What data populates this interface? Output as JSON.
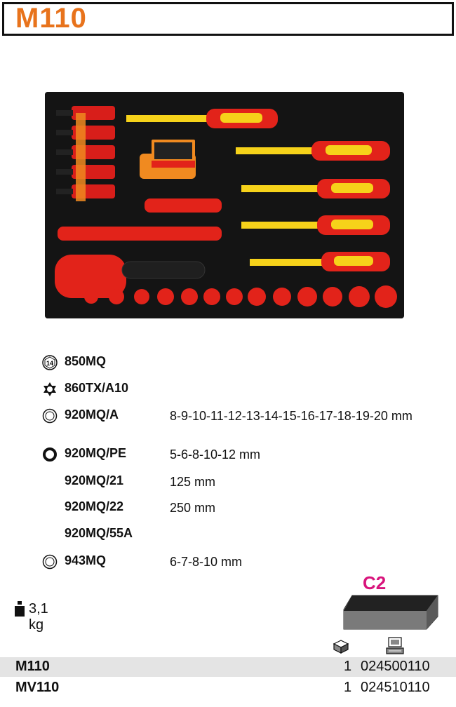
{
  "header": {
    "title": "M110"
  },
  "specs": [
    {
      "icon": "hex-14-icon",
      "code": "850MQ",
      "value": ""
    },
    {
      "icon": "torx-icon",
      "code": "860TX/A10",
      "value": ""
    },
    {
      "icon": "ring-thin-icon",
      "code": "920MQ/A",
      "value": "8-9-10-11-12-13-14-15-16-17-18-19-20 mm"
    },
    {
      "icon": "ring-thick-icon",
      "code": "920MQ/PE",
      "value": "5-6-8-10-12 mm"
    },
    {
      "icon": "",
      "code": "920MQ/21",
      "value": "125 mm"
    },
    {
      "icon": "",
      "code": "920MQ/22",
      "value": "250 mm"
    },
    {
      "icon": "",
      "code": "920MQ/55A",
      "value": ""
    },
    {
      "icon": "ring-thin-icon",
      "code": "943MQ",
      "value": "6-7-8-10 mm"
    }
  ],
  "weight": {
    "icon": "weight-icon",
    "text": "3,1 kg"
  },
  "drawer_label": "C2",
  "products": [
    {
      "name": "M110",
      "qty": "1",
      "code": "024500110"
    },
    {
      "name": "MV110",
      "qty": "1",
      "code": "024510110"
    }
  ],
  "colors": {
    "accent_orange": "#e8731c",
    "magenta": "#d8147c",
    "tool_red": "#e2231a",
    "tool_yellow": "#f6d21a",
    "tray": "#141414"
  }
}
